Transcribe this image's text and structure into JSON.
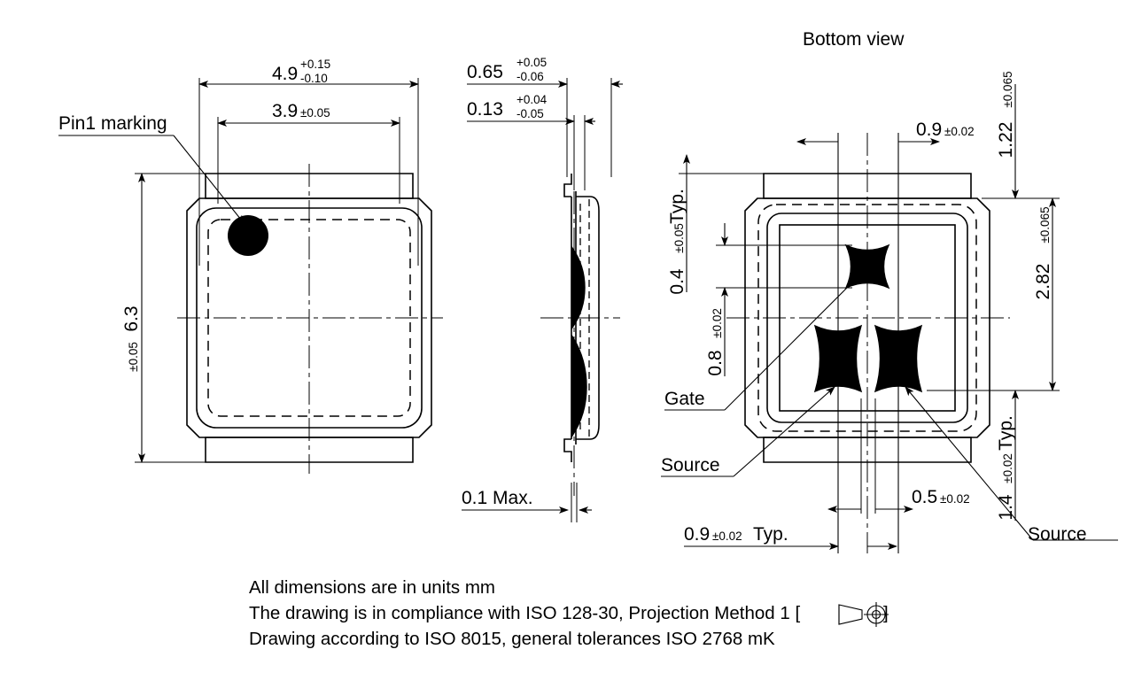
{
  "drawing": {
    "title_bottom_view": "Bottom view",
    "pin1_label": "Pin1 marking",
    "gate_label": "Gate",
    "source_label_left": "Source",
    "source_label_right": "Source"
  },
  "dimensions": {
    "top_view": {
      "width_outer": {
        "value": "4.9",
        "tol_upper": "+0.15",
        "tol_lower": "-0.10"
      },
      "width_inner": {
        "value": "3.9",
        "tol": "±0.05"
      },
      "height": {
        "value": "6.3",
        "tol": "±0.05"
      }
    },
    "side_view": {
      "thickness_total": {
        "value": "0.65",
        "tol_upper": "+0.05",
        "tol_lower": "-0.06"
      },
      "standoff": {
        "value": "0.13",
        "tol_upper": "+0.04",
        "tol_lower": "-0.05"
      },
      "coplanarity": {
        "text": "0.1 Max."
      }
    },
    "bottom_view": {
      "gate_pad_width": {
        "value": "0.9",
        "tol": "±0.02"
      },
      "gate_offset_top": {
        "value": "1.22",
        "tol": "±0.065"
      },
      "source_span": {
        "value": "2.82",
        "tol": "±0.065"
      },
      "edge_to_pad_top": {
        "value": "0.4",
        "tol": "±0.05",
        "suffix": "Typ."
      },
      "gate_pad_height": {
        "value": "0.8",
        "tol": "±0.02"
      },
      "source_gap": {
        "value": "0.5",
        "tol": "±0.02"
      },
      "source_pad_width": {
        "value": "0.9",
        "tol": "±0.02",
        "suffix": "Typ."
      },
      "source_pad_height": {
        "value": "1.4",
        "tol": "±0.02",
        "suffix": "Typ."
      }
    }
  },
  "notes": {
    "line1": "All dimensions are in units mm",
    "line2_a": "The drawing is in compliance with ISO 128-30, Projection Method 1 [",
    "line2_b": "]",
    "line3": "Drawing according to ISO 8015, general tolerances ISO 2768 mK",
    "projection_symbol": "first-angle-projection-symbol"
  }
}
